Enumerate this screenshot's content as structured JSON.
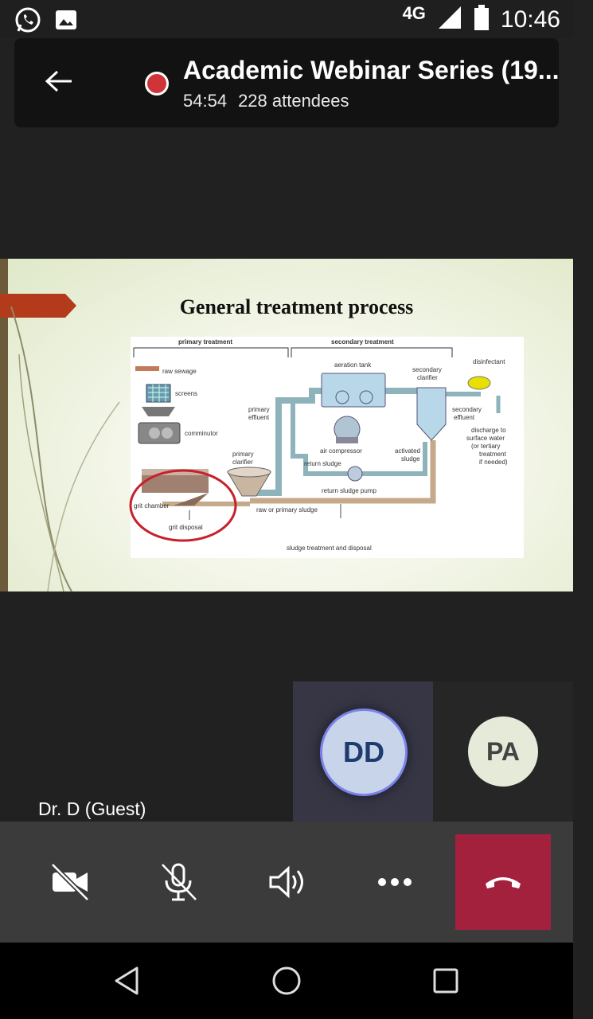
{
  "status_bar": {
    "network": "4G",
    "time": "10:46",
    "icons": [
      "whatsapp-icon",
      "image-icon",
      "signal-icon",
      "battery-icon"
    ]
  },
  "meeting": {
    "title": "Academic Webinar Series (19...",
    "duration": "54:54",
    "attendees": "228 attendees",
    "recording_color": "#d13438"
  },
  "slide": {
    "title": "General treatment process",
    "diagram": {
      "primary_treatment": "primary treatment",
      "secondary_treatment": "secondary treatment",
      "raw_sewage": "raw sewage",
      "screens": "screens",
      "comminutor": "comminutor",
      "grit_chamber": "grit chamber",
      "grit_disposal": "grit disposal",
      "primary_effluent_1": "primary",
      "primary_effluent_2": "effluent",
      "primary_clarifier_1": "primary",
      "primary_clarifier_2": "clarifier",
      "aeration_tank": "aeration tank",
      "air_compressor": "air compressor",
      "return_sludge": "return sludge",
      "return_sludge_pump": "return sludge pump",
      "activated_sludge_1": "activated",
      "activated_sludge_2": "sludge",
      "secondary_clarifier_1": "secondary",
      "secondary_clarifier_2": "clarifier",
      "disinfectant": "disinfectant",
      "secondary_effluent_1": "secondary",
      "secondary_effluent_2": "effluent",
      "discharge_1": "discharge to",
      "discharge_2": "surface water",
      "discharge_3": "(or tertiary",
      "discharge_4": "treatment",
      "discharge_5": "if needed)",
      "raw_or_primary_sludge": "raw or primary sludge",
      "sludge_treatment": "sludge treatment and disposal"
    }
  },
  "participants": {
    "main_name": "Dr. D (Guest)",
    "tile_1_initials": "DD",
    "tile_2_initials": "PA"
  },
  "controls": {
    "camera": "camera-off-icon",
    "mic": "mic-off-icon",
    "speaker": "speaker-icon",
    "more": "more-icon",
    "hangup": "hang-up-icon",
    "hangup_color": "#a4213e"
  },
  "navigation": [
    "back-triangle-icon",
    "home-circle-icon",
    "recents-square-icon"
  ]
}
